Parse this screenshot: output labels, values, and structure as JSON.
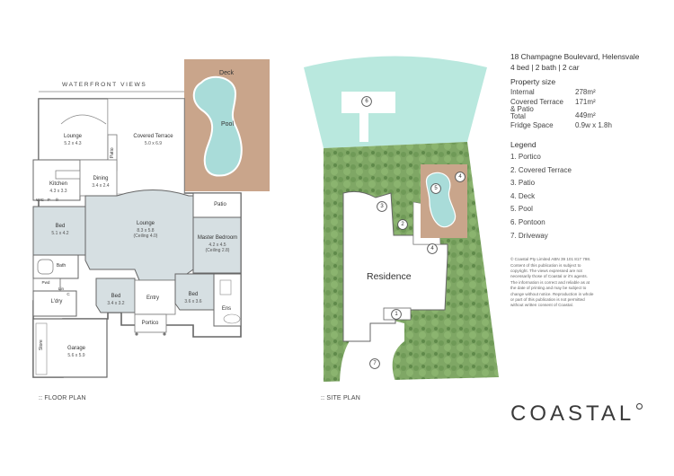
{
  "floor_plan": {
    "waterfront_label": "WATERFRONT VIEWS",
    "caption": ":: FLOOR PLAN",
    "rooms": {
      "deck": "Deck",
      "pool": "Pool",
      "lounge_top": {
        "name": "Lounge",
        "dims": "5.2 x 4.3"
      },
      "covered_terrace": {
        "name": "Covered Terrace",
        "dims": "5.0 x 6.9"
      },
      "patio_vertical": "Patio",
      "kitchen": {
        "name": "Kitchen",
        "dims": "4.3 x 3.3"
      },
      "dining": {
        "name": "Dining",
        "dims": "3.4 x 2.4"
      },
      "lounge_main": {
        "name": "Lounge",
        "dims": "8.3 x 5.8",
        "note": "(Ceiling 4.0)"
      },
      "patio_right": "Patio",
      "bed_left": {
        "name": "Bed",
        "dims": "5.1 x 4.2"
      },
      "master": {
        "name": "Master Bedroom",
        "dims": "4.2 x 4.5",
        "note": "(Ceiling 2.8)"
      },
      "bath": "Bath",
      "bed_center": {
        "name": "Bed",
        "dims": "3.4 x 3.2"
      },
      "entry": "Entry",
      "bed_right": {
        "name": "Bed",
        "dims": "3.6 x 3.6"
      },
      "ens": "Ens",
      "ldry": "L'dry",
      "portico": "Portico",
      "garage": {
        "name": "Garage",
        "dims": "5.6 x 5.9"
      },
      "store": "Store",
      "wic": "WIC",
      "p": "P",
      "fr": "fr",
      "pwd": "Pwd",
      "lin": "Lin",
      "c": "C"
    }
  },
  "site_plan": {
    "caption": ":: SITE PLAN",
    "residence_label": "Residence",
    "markers": [
      "1",
      "2",
      "3",
      "4",
      "4",
      "5",
      "6",
      "7"
    ]
  },
  "property": {
    "address": "18 Champagne Boulevard, Helensvale",
    "config": "4 bed | 2 bath | 2 car",
    "size_heading": "Property size",
    "sizes": [
      {
        "label": "Internal",
        "value": "278m²"
      },
      {
        "label": "Covered Terrace",
        "label2": "& Patio",
        "value": "171m²"
      },
      {
        "label": "Total",
        "value": "449m²"
      },
      {
        "label": "Fridge Space",
        "value": "0.9w x 1.8h"
      }
    ],
    "legend_heading": "Legend",
    "legend": [
      "1.   Portico",
      "2.  Covered Terrace",
      "3.  Patio",
      "4.  Deck",
      "5.  Pool",
      "6.  Pontoon",
      "7.  Driveway"
    ],
    "disclaimer": "© Coastal Pty Limited ABN 39 101 817 798. Content of this publication is subject to copyright. The views expressed are not necessarily those of Coastal or it's agents. The information is correct  and reliable as at the date of printing and may be subject to change without notice. Reproduction in whole or part of this publication is not permitted without written consent of Coastal.",
    "brand": "COASTAL"
  },
  "colors": {
    "deck": "#c9a58b",
    "pool": "#a9dcd9",
    "water": "#b9e8de",
    "grass": "#7fa765",
    "room_fill": "#d6dfe2",
    "floor": "#ffffff",
    "wall": "#666666"
  }
}
